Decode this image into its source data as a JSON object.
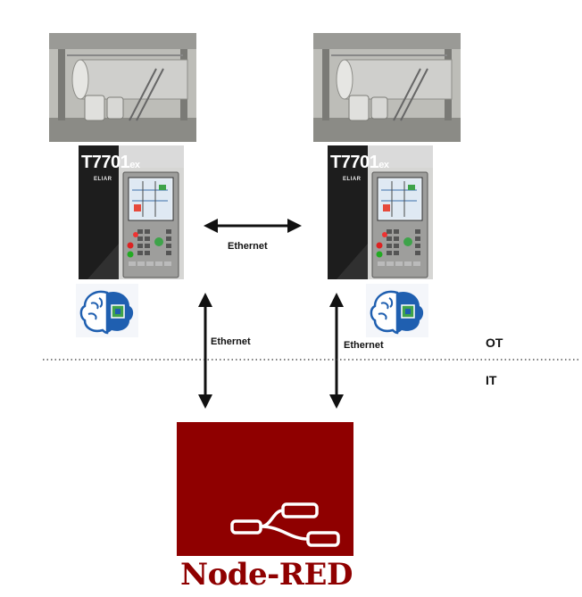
{
  "controllers": [
    {
      "model": "T7701",
      "suffix": "ex",
      "brand": "ELIAR"
    },
    {
      "model": "T7701",
      "suffix": "ex",
      "brand": "ELIAR"
    }
  ],
  "links": {
    "controller_to_controller": "Ethernet",
    "left_to_nodered": "Ethernet",
    "right_to_nodered": "Ethernet"
  },
  "zones": {
    "upper": "OT",
    "lower": "IT"
  },
  "nodered": {
    "label": "Node-RED"
  },
  "colors": {
    "nodered": "#8f0000",
    "ai_icon": "#1f5fb0",
    "chip": "#3ea34a",
    "arrow": "#111111"
  }
}
